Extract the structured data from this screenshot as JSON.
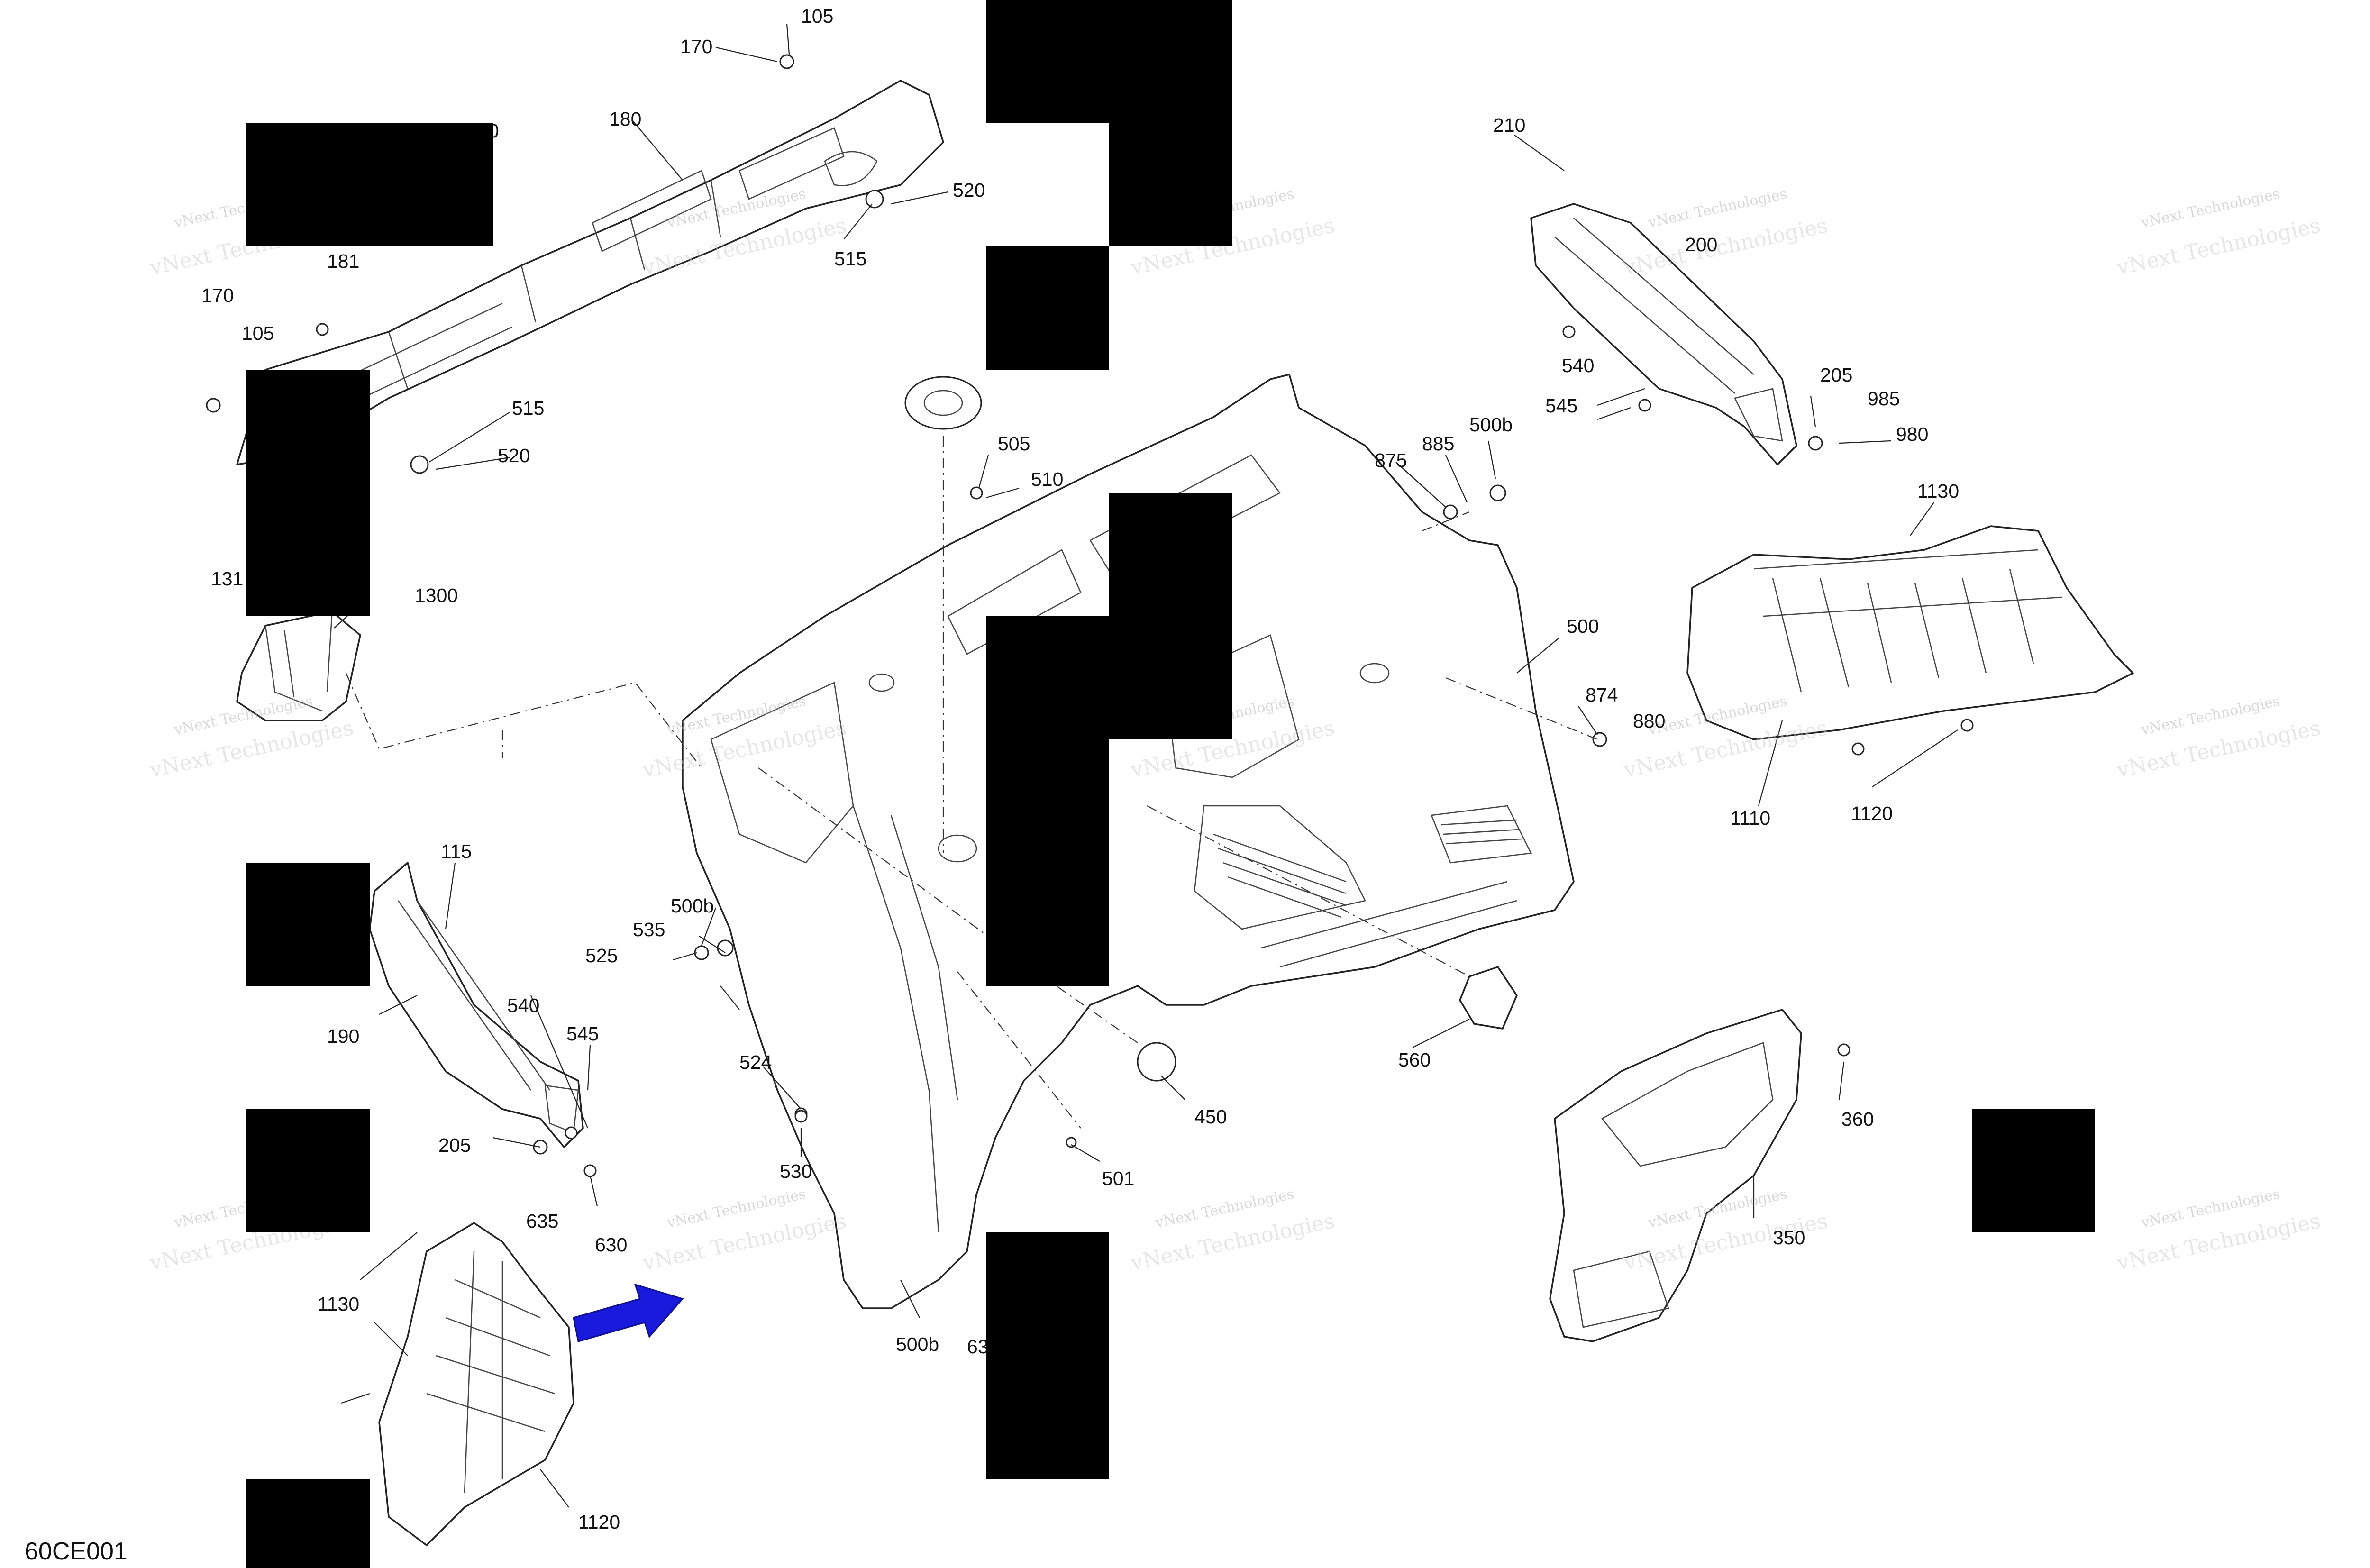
{
  "drawing": {
    "code": "60CE001",
    "watermark_line1": "vNext Technologies",
    "watermark_line2": "vNext Technologies"
  },
  "colors": {
    "arrow": "#1a1adc",
    "redaction": "#000000",
    "line": "#222222"
  },
  "callouts": {
    "c105a": "105",
    "c170a": "170",
    "c180": "180",
    "c520a": "520",
    "c515a": "515",
    "c0": "0",
    "c181": "181",
    "c170b": "170",
    "c105b": "105",
    "c515b": "515",
    "c520b": "520",
    "c131": "131",
    "c1300": "1300",
    "c210": "210",
    "c200": "200",
    "c540a": "540",
    "c545a": "545",
    "c205a": "205",
    "c985": "985",
    "c980": "980",
    "c875": "875",
    "c885": "885",
    "c500b_a": "500b",
    "c505": "505",
    "c510": "510",
    "c1130a": "1130",
    "c500": "500",
    "c874": "874",
    "c880": "880",
    "c1110": "1110",
    "c1120a": "1120",
    "c115": "115",
    "c190": "190",
    "c540b": "540",
    "c545b": "545",
    "c205b": "205",
    "c635": "635",
    "c630": "630",
    "c535": "535",
    "c500b_b": "500b",
    "c525": "525",
    "c524": "524",
    "c530": "530",
    "c501": "501",
    "c450": "450",
    "c560": "560",
    "c360": "360",
    "c350": "350",
    "c1130b": "1130",
    "c1120b": "1120",
    "c500b_c": "500b",
    "c63": "63"
  }
}
